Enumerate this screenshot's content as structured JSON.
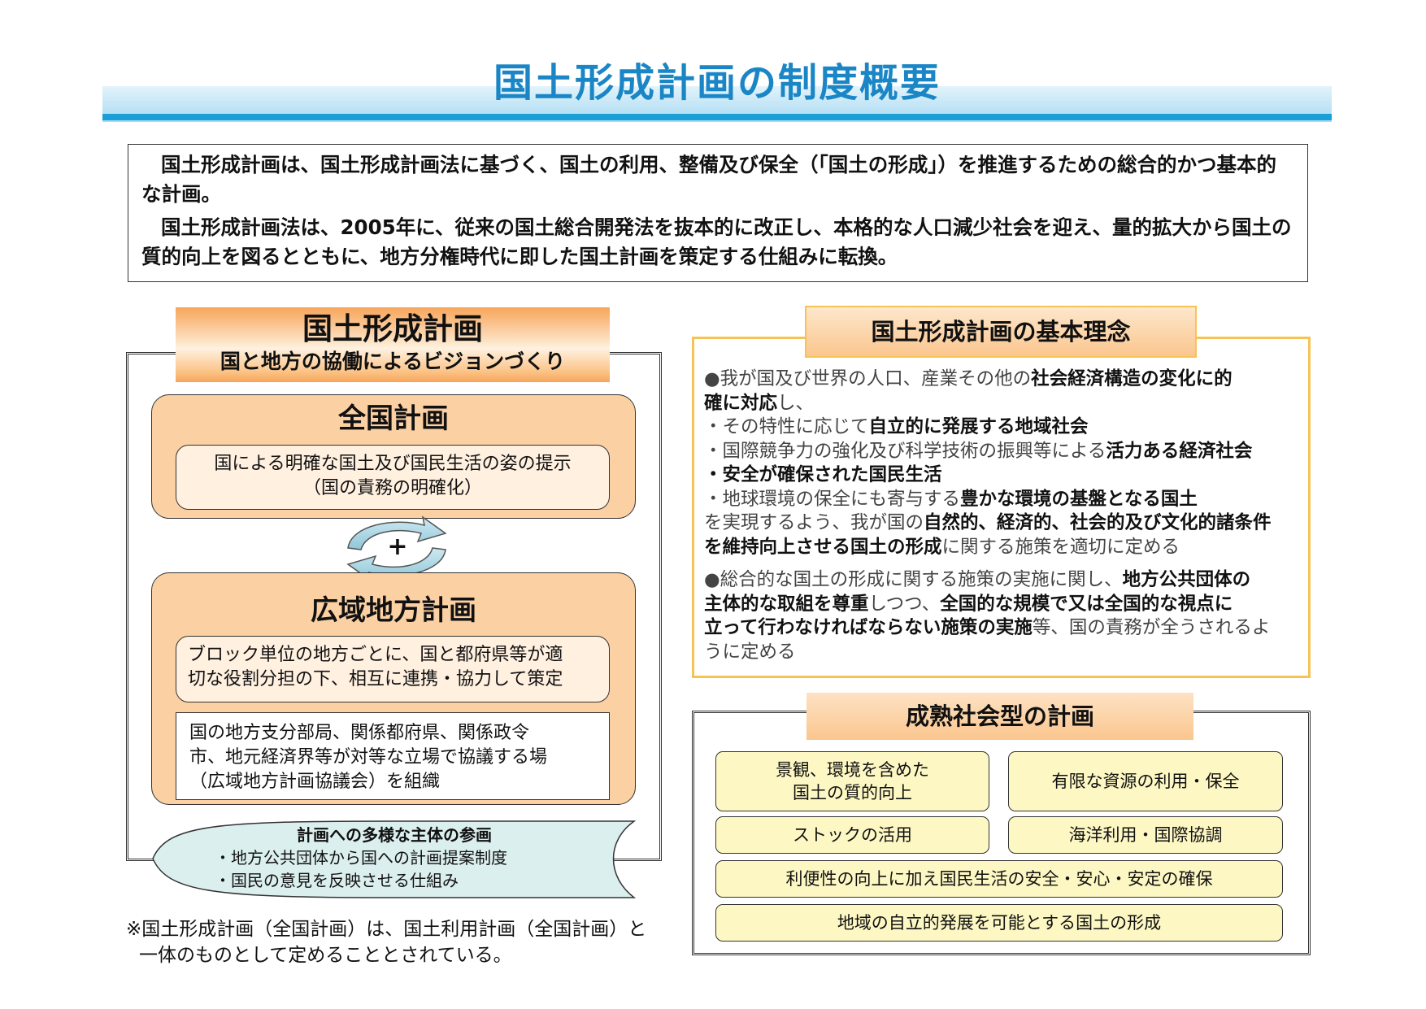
{
  "title": "国土形成計画の制度概要",
  "intro": {
    "paragraph1": "国土形成計画は、国土形成計画法に基づく、国土の利用、整備及び保全（「国土の形成」）を推進するための総合的かつ基本的な計画。",
    "paragraph2": "国土形成計画法は、2005年に、従来の国土総合開発法を抜本的に改正し、本格的な人口減少社会を迎え、量的拡大から国土の質的向上を図るとともに、地方分権時代に即した国土計画を策定する仕組みに転換。"
  },
  "left_panel": {
    "header_title": "国土形成計画",
    "header_subtitle": "国と地方の協働によるビジョンづくり",
    "national_plan": {
      "title": "全国計画",
      "line1": "国による明確な国土及び国民生活の姿の提示",
      "line2": "（国の責務の明確化）"
    },
    "plus_symbol": "+",
    "regional_plan": {
      "title": "広域地方計画",
      "desc1_line1": "ブロック単位の地方ごとに、国と都府県等が適",
      "desc1_line2": "切な役割分担の下、相互に連携・協力して策定",
      "desc2_line1": "国の地方支分部局、関係都府県、関係政令",
      "desc2_line2": "市、地元経済界等が対等な立場で協議する場",
      "desc2_line3": "（広域地方計画協議会）を組織"
    },
    "participation": {
      "title": "計画への多様な主体の参画",
      "item1": "・地方公共団体から国への計画提案制度",
      "item2": "・国民の意見を反映させる仕組み"
    },
    "footnote_line1": "※国土形成計画（全国計画）は、国土利用計画（全国計画）と",
    "footnote_line2": "一体のものとして定めることとされている。"
  },
  "principles": {
    "header": "国土形成計画の基本理念",
    "p1_a": "●我が国及び世界の人口、産業その他の",
    "p1_b": "社会経済構造の変化に的",
    "p1_c": "確に対応",
    "p1_d": "し、",
    "p2_a": "・その特性に応じて",
    "p2_b": "自立的に発展する地域社会",
    "p3_a": "・国際競争力の強化及び科学技術の振興等による",
    "p3_b": "活力ある経済社会",
    "p4": "・安全が確保された国民生活",
    "p5_a": "・地球環境の保全にも寄与する",
    "p5_b": "豊かな環境の基盤となる国土",
    "p6_a": "を実現するよう、我が国の",
    "p6_b": "自然的、経済的、社会的及び文化的諸条件",
    "p7_a": "を維持向上させる国土の形成",
    "p7_b": "に関する施策を適切に定める",
    "p8_a": "●総合的な国土の形成に関する施策の実施に関し、",
    "p8_b": "地方公共団体の",
    "p9_a": "主体的な取組を尊重",
    "p9_b": "しつつ、",
    "p9_c": "全国的な規模で又は全国的な視点に",
    "p10_a": "立って行わなければならない施策の実施",
    "p10_b": "等、国の責務が全うされるよ",
    "p11": "うに定める"
  },
  "mature": {
    "header": "成熟社会型の計画",
    "item1_line1": "景観、環境を含めた",
    "item1_line2": "国土の質的向上",
    "item2": "有限な資源の利用・保全",
    "item3": "ストックの活用",
    "item4": "海洋利用・国際協調",
    "item5": "利便性の向上に加え国民生活の安全・安心・安定の確保",
    "item6": "地域の自立的発展を可能とする国土の形成"
  }
}
